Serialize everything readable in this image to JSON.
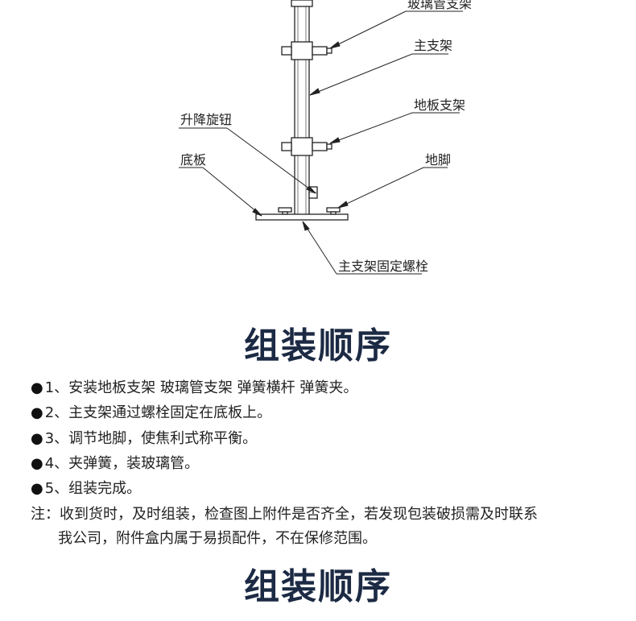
{
  "diagram": {
    "labels": {
      "glass_tube_bracket": "玻璃管支架",
      "main_bracket": "主支架",
      "floor_bracket": "地板支架",
      "lift_knob": "升降旋钮",
      "base_plate": "底板",
      "foot": "地脚",
      "main_bracket_bolt": "主支架固定螺栓"
    }
  },
  "section1": {
    "title": "组装顺序",
    "bullet": "●",
    "steps": [
      "1、安装地板支架  玻璃管支架  弹簧横杆  弹簧夹。",
      "2、主支架通过螺栓固定在底板上。",
      "3、调节地脚，使焦利式称平衡。",
      "4、夹弹簧，装玻璃管。",
      "5、组装完成。"
    ],
    "note_line1": "注：收到货时，及时组装，检查图上附件是否齐全，若发现包装破损需及时联系",
    "note_line2": "我公司，附件盒内属于易损配件，不在保修范围。"
  },
  "section2": {
    "title": "组装顺序"
  }
}
